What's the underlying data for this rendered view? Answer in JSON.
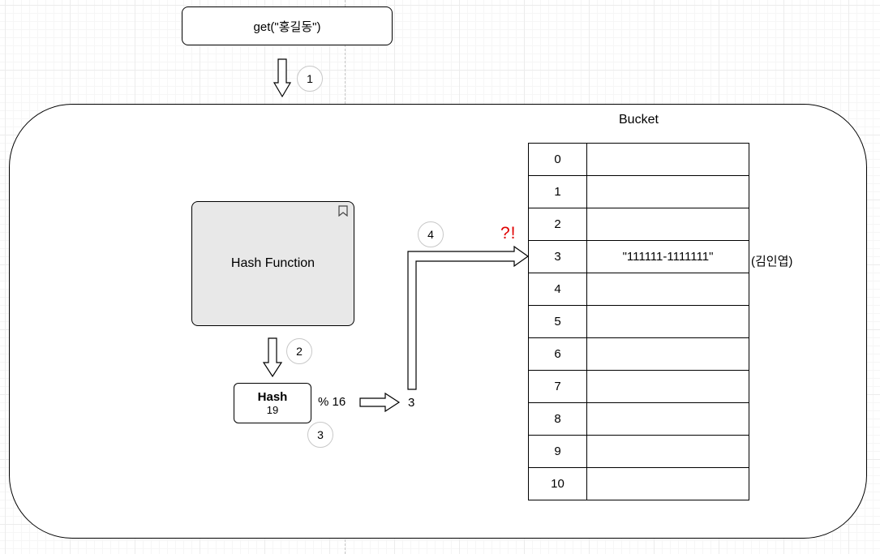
{
  "query": {
    "label": "get(\"홍길동\")"
  },
  "steps": [
    "1",
    "2",
    "3",
    "4"
  ],
  "hash_function": {
    "label": "Hash Function"
  },
  "hash": {
    "title": "Hash",
    "value": "19"
  },
  "modulo": {
    "label": "% 16"
  },
  "index_result": {
    "label": "3"
  },
  "alert": {
    "label": "?!"
  },
  "bucket": {
    "title": "Bucket",
    "rows": [
      {
        "index": "0",
        "value": ""
      },
      {
        "index": "1",
        "value": ""
      },
      {
        "index": "2",
        "value": ""
      },
      {
        "index": "3",
        "value": "\"111111-1111111\""
      },
      {
        "index": "4",
        "value": ""
      },
      {
        "index": "5",
        "value": ""
      },
      {
        "index": "6",
        "value": ""
      },
      {
        "index": "7",
        "value": ""
      },
      {
        "index": "8",
        "value": ""
      },
      {
        "index": "9",
        "value": ""
      },
      {
        "index": "10",
        "value": ""
      }
    ]
  },
  "owner_note": {
    "label": "(김인엽)"
  },
  "colors": {
    "alert": "#e00000",
    "hash_function_fill": "#e8e8e8",
    "step_circle_border": "#c8c8c8"
  },
  "icons": {
    "hash_function_corner": "bookmark-icon"
  }
}
